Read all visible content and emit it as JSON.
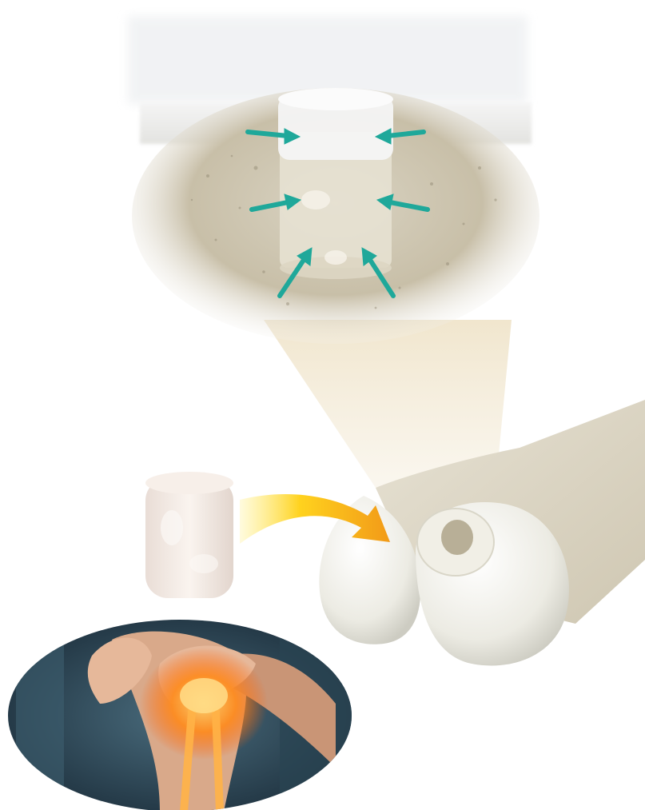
{
  "scene": {
    "colors": {
      "background": "#ffffff",
      "arrow_teal": "#1fa89a",
      "arrow_gradient_start": "#ffe95a",
      "arrow_gradient_end": "#f29a18",
      "cartilage": "#f3f1ea",
      "bone": "#d8d2bf",
      "trabecular": "#bfb7a0",
      "pain_glow": "#ff8a1a"
    },
    "icons": [
      "compression-arrow-icon",
      "transfer-arrow-icon",
      "cartilage-plug",
      "femur-condyle",
      "knee-pain-photo"
    ]
  }
}
